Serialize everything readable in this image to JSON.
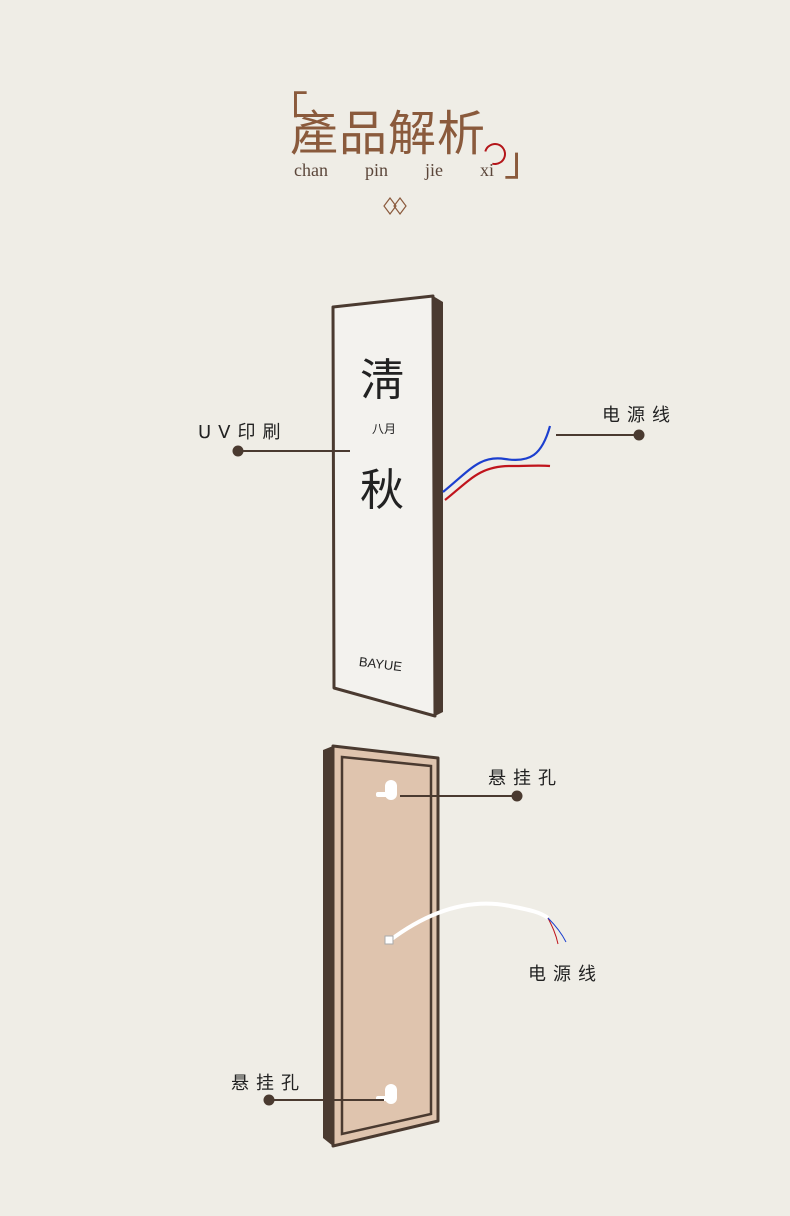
{
  "header": {
    "bracket_left": "「",
    "title": "產品解析",
    "bracket_right": "」",
    "pinyin": [
      "chan",
      "pin",
      "jie",
      "xi"
    ]
  },
  "front_panel": {
    "char_top": "淸",
    "subtitle": "八月",
    "char_bottom": "秋",
    "brand": "BAYUE"
  },
  "callouts": {
    "uv_print": "UV印刷",
    "power_cord_front": "电源线",
    "hanging_hole_top": "悬挂孔",
    "power_cord_back": "电源线",
    "hanging_hole_bottom": "悬挂孔"
  },
  "colors": {
    "background": "#efede6",
    "title": "#8a5a3c",
    "frame_edge": "#4a3a30",
    "back_panel": "#dfc4ae",
    "wire_red": "#c0141c",
    "wire_blue": "#1c3fcf",
    "accent_circle": "#b4161a"
  }
}
